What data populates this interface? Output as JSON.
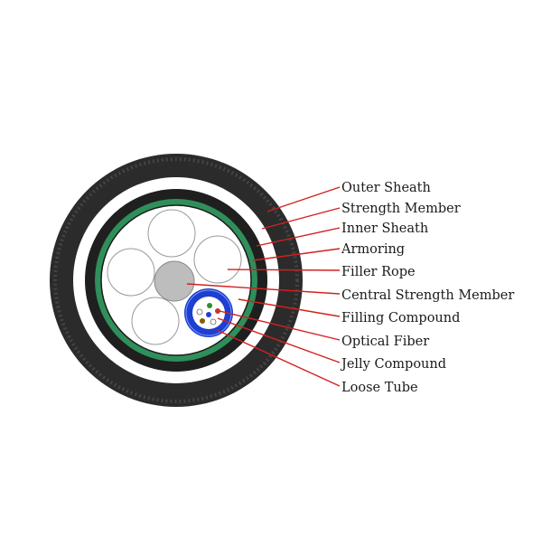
{
  "labels": [
    "Outer Sheath",
    "Strength Member",
    "Inner Sheath",
    "Armoring",
    "Filler Rope",
    "Central Strength Member",
    "Filling Compound",
    "Optical Fiber",
    "Jelly Compound",
    "Loose Tube"
  ],
  "colors": {
    "outer_sheath": "#2b2b2b",
    "strength_member": "#ffffff",
    "inner_sheath": "#1f1f1f",
    "armoring": "#2f8f5a",
    "filler": "#ffffff",
    "central_member": "#bdbdbd",
    "loose_tube": "#1e3fcf",
    "leader_line": "#d42020"
  },
  "fiber_colors": [
    "#2f8f2f",
    "#c0392b",
    "#1e3fcf",
    "#8a5a00",
    "#ffffff"
  ]
}
